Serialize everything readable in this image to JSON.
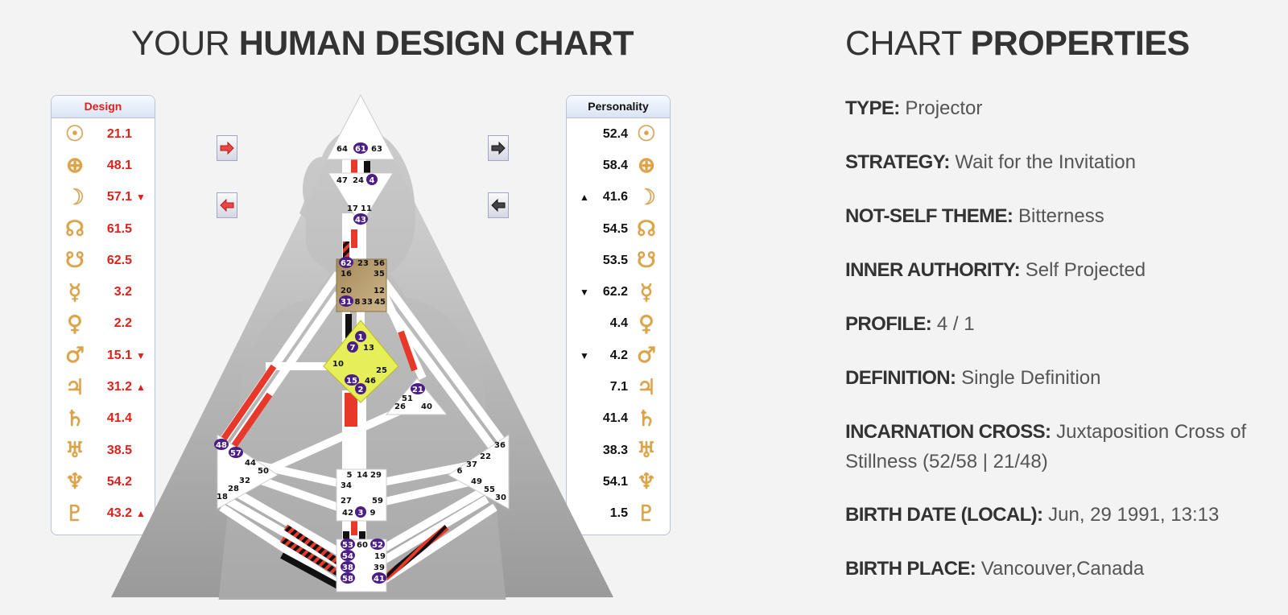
{
  "header": {
    "title_light": "YOUR",
    "title_bold": "HUMAN DESIGN CHART"
  },
  "properties_header": {
    "title_light": "CHART",
    "title_bold": "PROPERTIES"
  },
  "design_panel": {
    "title": "Design",
    "rows": [
      {
        "planet": "sun-icon",
        "glyph": "☉",
        "value": "21.1",
        "arrow": ""
      },
      {
        "planet": "earth-icon",
        "glyph": "⊕",
        "value": "48.1",
        "arrow": ""
      },
      {
        "planet": "moon-icon",
        "glyph": "☽",
        "value": "57.1",
        "arrow": "▼"
      },
      {
        "planet": "north-node-icon",
        "glyph": "☊",
        "value": "61.5",
        "arrow": ""
      },
      {
        "planet": "south-node-icon",
        "glyph": "☋",
        "value": "62.5",
        "arrow": ""
      },
      {
        "planet": "mercury-icon",
        "glyph": "☿",
        "value": "3.2",
        "arrow": ""
      },
      {
        "planet": "venus-icon",
        "glyph": "♀",
        "value": "2.2",
        "arrow": ""
      },
      {
        "planet": "mars-icon",
        "glyph": "♂",
        "value": "15.1",
        "arrow": "▼"
      },
      {
        "planet": "jupiter-icon",
        "glyph": "♃",
        "value": "31.2",
        "arrow": "▲"
      },
      {
        "planet": "saturn-icon",
        "glyph": "♄",
        "value": "41.4",
        "arrow": ""
      },
      {
        "planet": "uranus-icon",
        "glyph": "♅",
        "value": "38.5",
        "arrow": ""
      },
      {
        "planet": "neptune-icon",
        "glyph": "♆",
        "value": "54.2",
        "arrow": ""
      },
      {
        "planet": "pluto-icon",
        "glyph": "♇",
        "value": "43.2",
        "arrow": "▲"
      }
    ]
  },
  "personality_panel": {
    "title": "Personality",
    "rows": [
      {
        "planet": "sun-icon",
        "glyph": "☉",
        "value": "52.4",
        "arrow": ""
      },
      {
        "planet": "earth-icon",
        "glyph": "⊕",
        "value": "58.4",
        "arrow": ""
      },
      {
        "planet": "moon-icon",
        "glyph": "☽",
        "value": "41.6",
        "arrow": "▲"
      },
      {
        "planet": "north-node-icon",
        "glyph": "☊",
        "value": "54.5",
        "arrow": ""
      },
      {
        "planet": "south-node-icon",
        "glyph": "☋",
        "value": "53.5",
        "arrow": ""
      },
      {
        "planet": "mercury-icon",
        "glyph": "☿",
        "value": "62.2",
        "arrow": "▼"
      },
      {
        "planet": "venus-icon",
        "glyph": "♀",
        "value": "4.4",
        "arrow": ""
      },
      {
        "planet": "mars-icon",
        "glyph": "♂",
        "value": "4.2",
        "arrow": "▼"
      },
      {
        "planet": "jupiter-icon",
        "glyph": "♃",
        "value": "7.1",
        "arrow": ""
      },
      {
        "planet": "saturn-icon",
        "glyph": "♄",
        "value": "41.4",
        "arrow": ""
      },
      {
        "planet": "uranus-icon",
        "glyph": "♅",
        "value": "38.3",
        "arrow": ""
      },
      {
        "planet": "neptune-icon",
        "glyph": "♆",
        "value": "54.1",
        "arrow": ""
      },
      {
        "planet": "pluto-icon",
        "glyph": "♇",
        "value": "1.5",
        "arrow": ""
      }
    ]
  },
  "properties": [
    {
      "label": "TYPE:",
      "value": "Projector"
    },
    {
      "label": "STRATEGY:",
      "value": "Wait for the Invitation"
    },
    {
      "label": "NOT-SELF THEME:",
      "value": "Bitterness"
    },
    {
      "label": "INNER AUTHORITY:",
      "value": "Self Projected"
    },
    {
      "label": "PROFILE:",
      "value": "4 / 1"
    },
    {
      "label": "DEFINITION:",
      "value": "Single Definition"
    },
    {
      "label": "INCARNATION CROSS:",
      "value": "Juxtaposition Cross of Stillness (52/58 | 21/48)"
    },
    {
      "label": "BIRTH DATE (LOCAL):",
      "value": "Jun, 29 1991, 13:13"
    },
    {
      "label": "BIRTH PLACE:",
      "value": "Vancouver,Canada"
    }
  ],
  "bodygraph": {
    "colors": {
      "design": "#e8382a",
      "personality": "#111111",
      "gate_marker": "#4b1e87",
      "g_center": "#e6ef5a",
      "throat_center": "#b49866",
      "design_title": "#e0201b"
    },
    "gates": {
      "head": [
        "64",
        "61",
        "63"
      ],
      "ajna": [
        "47",
        "24",
        "4",
        "17",
        "11",
        "43"
      ],
      "throat": [
        "62",
        "23",
        "56",
        "16",
        "35",
        "20",
        "12",
        "31",
        "8",
        "33",
        "45"
      ],
      "g": [
        "1",
        "7",
        "13",
        "10",
        "25",
        "15",
        "46",
        "2"
      ],
      "heart": [
        "21",
        "51",
        "26",
        "40"
      ],
      "spleen": [
        "48",
        "57",
        "44",
        "50",
        "32",
        "28",
        "18"
      ],
      "sacral": [
        "5",
        "14",
        "29",
        "34",
        "27",
        "59",
        "42",
        "3",
        "9"
      ],
      "solar_plexus": [
        "36",
        "22",
        "37",
        "6",
        "49",
        "55",
        "30"
      ],
      "root": [
        "53",
        "60",
        "52",
        "54",
        "19",
        "38",
        "39",
        "58",
        "41"
      ]
    },
    "active_gates": [
      "61",
      "4",
      "43",
      "62",
      "31",
      "1",
      "7",
      "15",
      "2",
      "21",
      "48",
      "57",
      "3",
      "53",
      "52",
      "54",
      "38",
      "58",
      "41"
    ]
  }
}
